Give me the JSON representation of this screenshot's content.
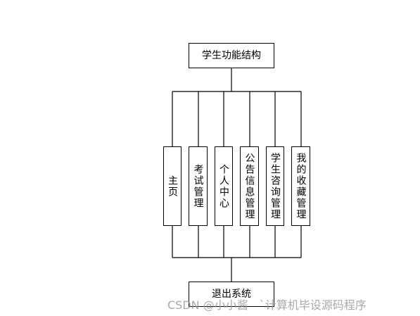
{
  "diagram": {
    "root": "学生功能结构",
    "modules": [
      "主页",
      "考试管理",
      "个人中心",
      "公告信息管理",
      "学生咨询管理",
      "我的收藏管理"
    ],
    "exit": "退出系统",
    "line_color": "#000000"
  },
  "watermark": "CSDN @小小酱　`计算机毕设源码程序"
}
